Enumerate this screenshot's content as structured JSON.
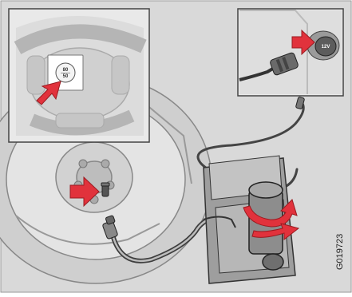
{
  "figure": {
    "code": "G019723",
    "speed_label": {
      "top": "80",
      "bottom": "50"
    },
    "socket_label": "12V"
  },
  "colors": {
    "background": "#d8d8d8",
    "arrow": "#e1323c",
    "line": "#4a4a4a",
    "inset_bg": "#e8e8e8",
    "wheel": "#c9c9c9",
    "compressor_body": "#b0b0b0",
    "compressor_dark": "#7c7c7c"
  },
  "icons": [
    "red-arrow-icon",
    "rotation-arrow-icon"
  ]
}
